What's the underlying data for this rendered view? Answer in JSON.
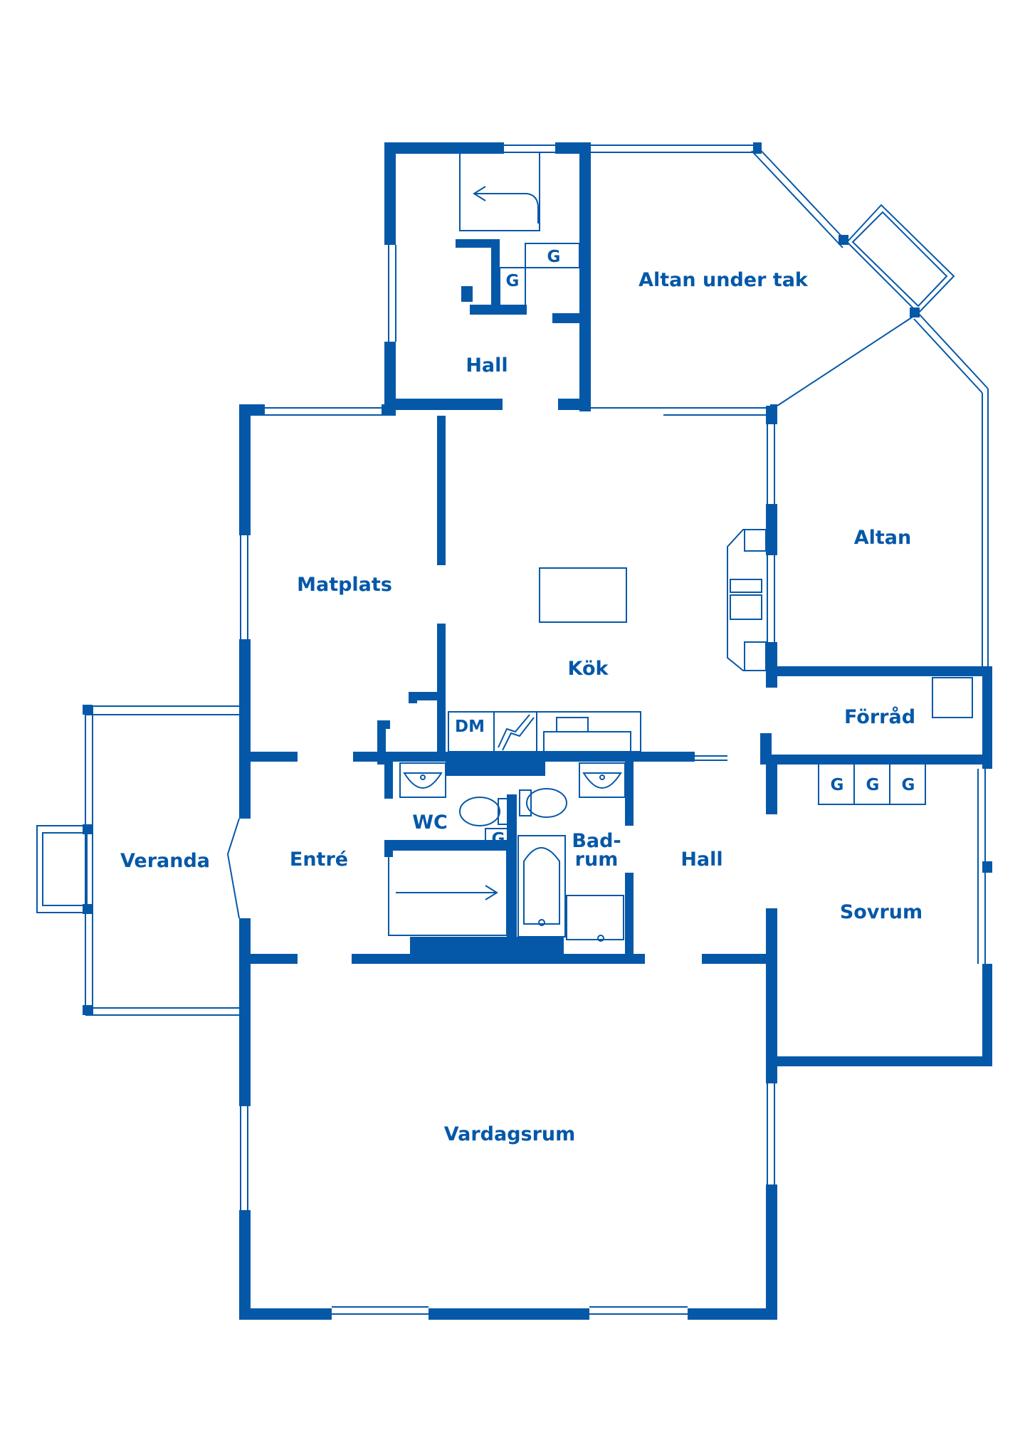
{
  "colors": {
    "wall": "#0558a8",
    "background": "#ffffff"
  },
  "rooms": {
    "hall_north": "Hall",
    "altan_under_tak": "Altan under tak",
    "matplats": "Matplats",
    "kok": "Kök",
    "altan": "Altan",
    "forrad": "Förråd",
    "veranda": "Veranda",
    "entre": "Entré",
    "wc": "WC",
    "badrum_1": "Bad-",
    "badrum_2": "rum",
    "hall_east": "Hall",
    "sovrum": "Sovrum",
    "vardagsrum": "Vardagsrum"
  },
  "fixtures": {
    "g_closet_1": "G",
    "g_closet_2": "G",
    "dm": "DM",
    "g_wc": "G",
    "g_sov_1": "G",
    "g_sov_2": "G",
    "g_sov_3": "G"
  }
}
